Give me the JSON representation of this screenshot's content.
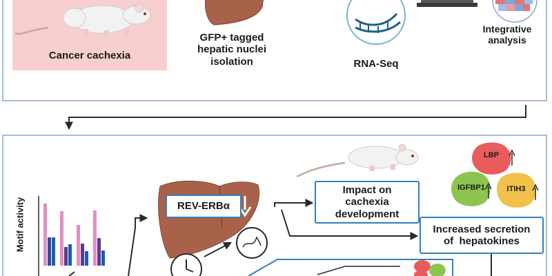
{
  "top_panel": {
    "step1_label": "Cancer cachexia",
    "step2_label_line1": "GFP+ tagged",
    "step2_label_line2": "hepatic nuclei",
    "step2_label_line3": "isolation",
    "step3_label": "RNA-Seq",
    "step4_label_line1": "Integrative",
    "step4_label_line2": "analysis"
  },
  "bottom_panel": {
    "y_axis_label": "Motif activity",
    "rev_erb_label": "REV-ERBα",
    "impact_line1": "Impact on",
    "impact_line2": "cachexia",
    "impact_line3": "development",
    "secretion_line1": "Increased secretion",
    "secretion_line2": "of  hepatokines",
    "hepatokines": [
      "LBP",
      "IGFBP1",
      "ITIH3"
    ]
  },
  "colors": {
    "panel_border": "#8aa4c8",
    "box_border": "#2f7fc0",
    "liver": "#a9624a",
    "cachexia_bg": "#f8cfcf",
    "lbp": "#e85c5c",
    "igfbp1": "#8cc44f",
    "itih3": "#f0c24a"
  },
  "icons": [
    "mouse-icon",
    "liver-icon",
    "dna-icon",
    "laptop-icon",
    "heatmap-icon",
    "clock-icon",
    "arrow-down-icon",
    "arrow-up-icon"
  ]
}
